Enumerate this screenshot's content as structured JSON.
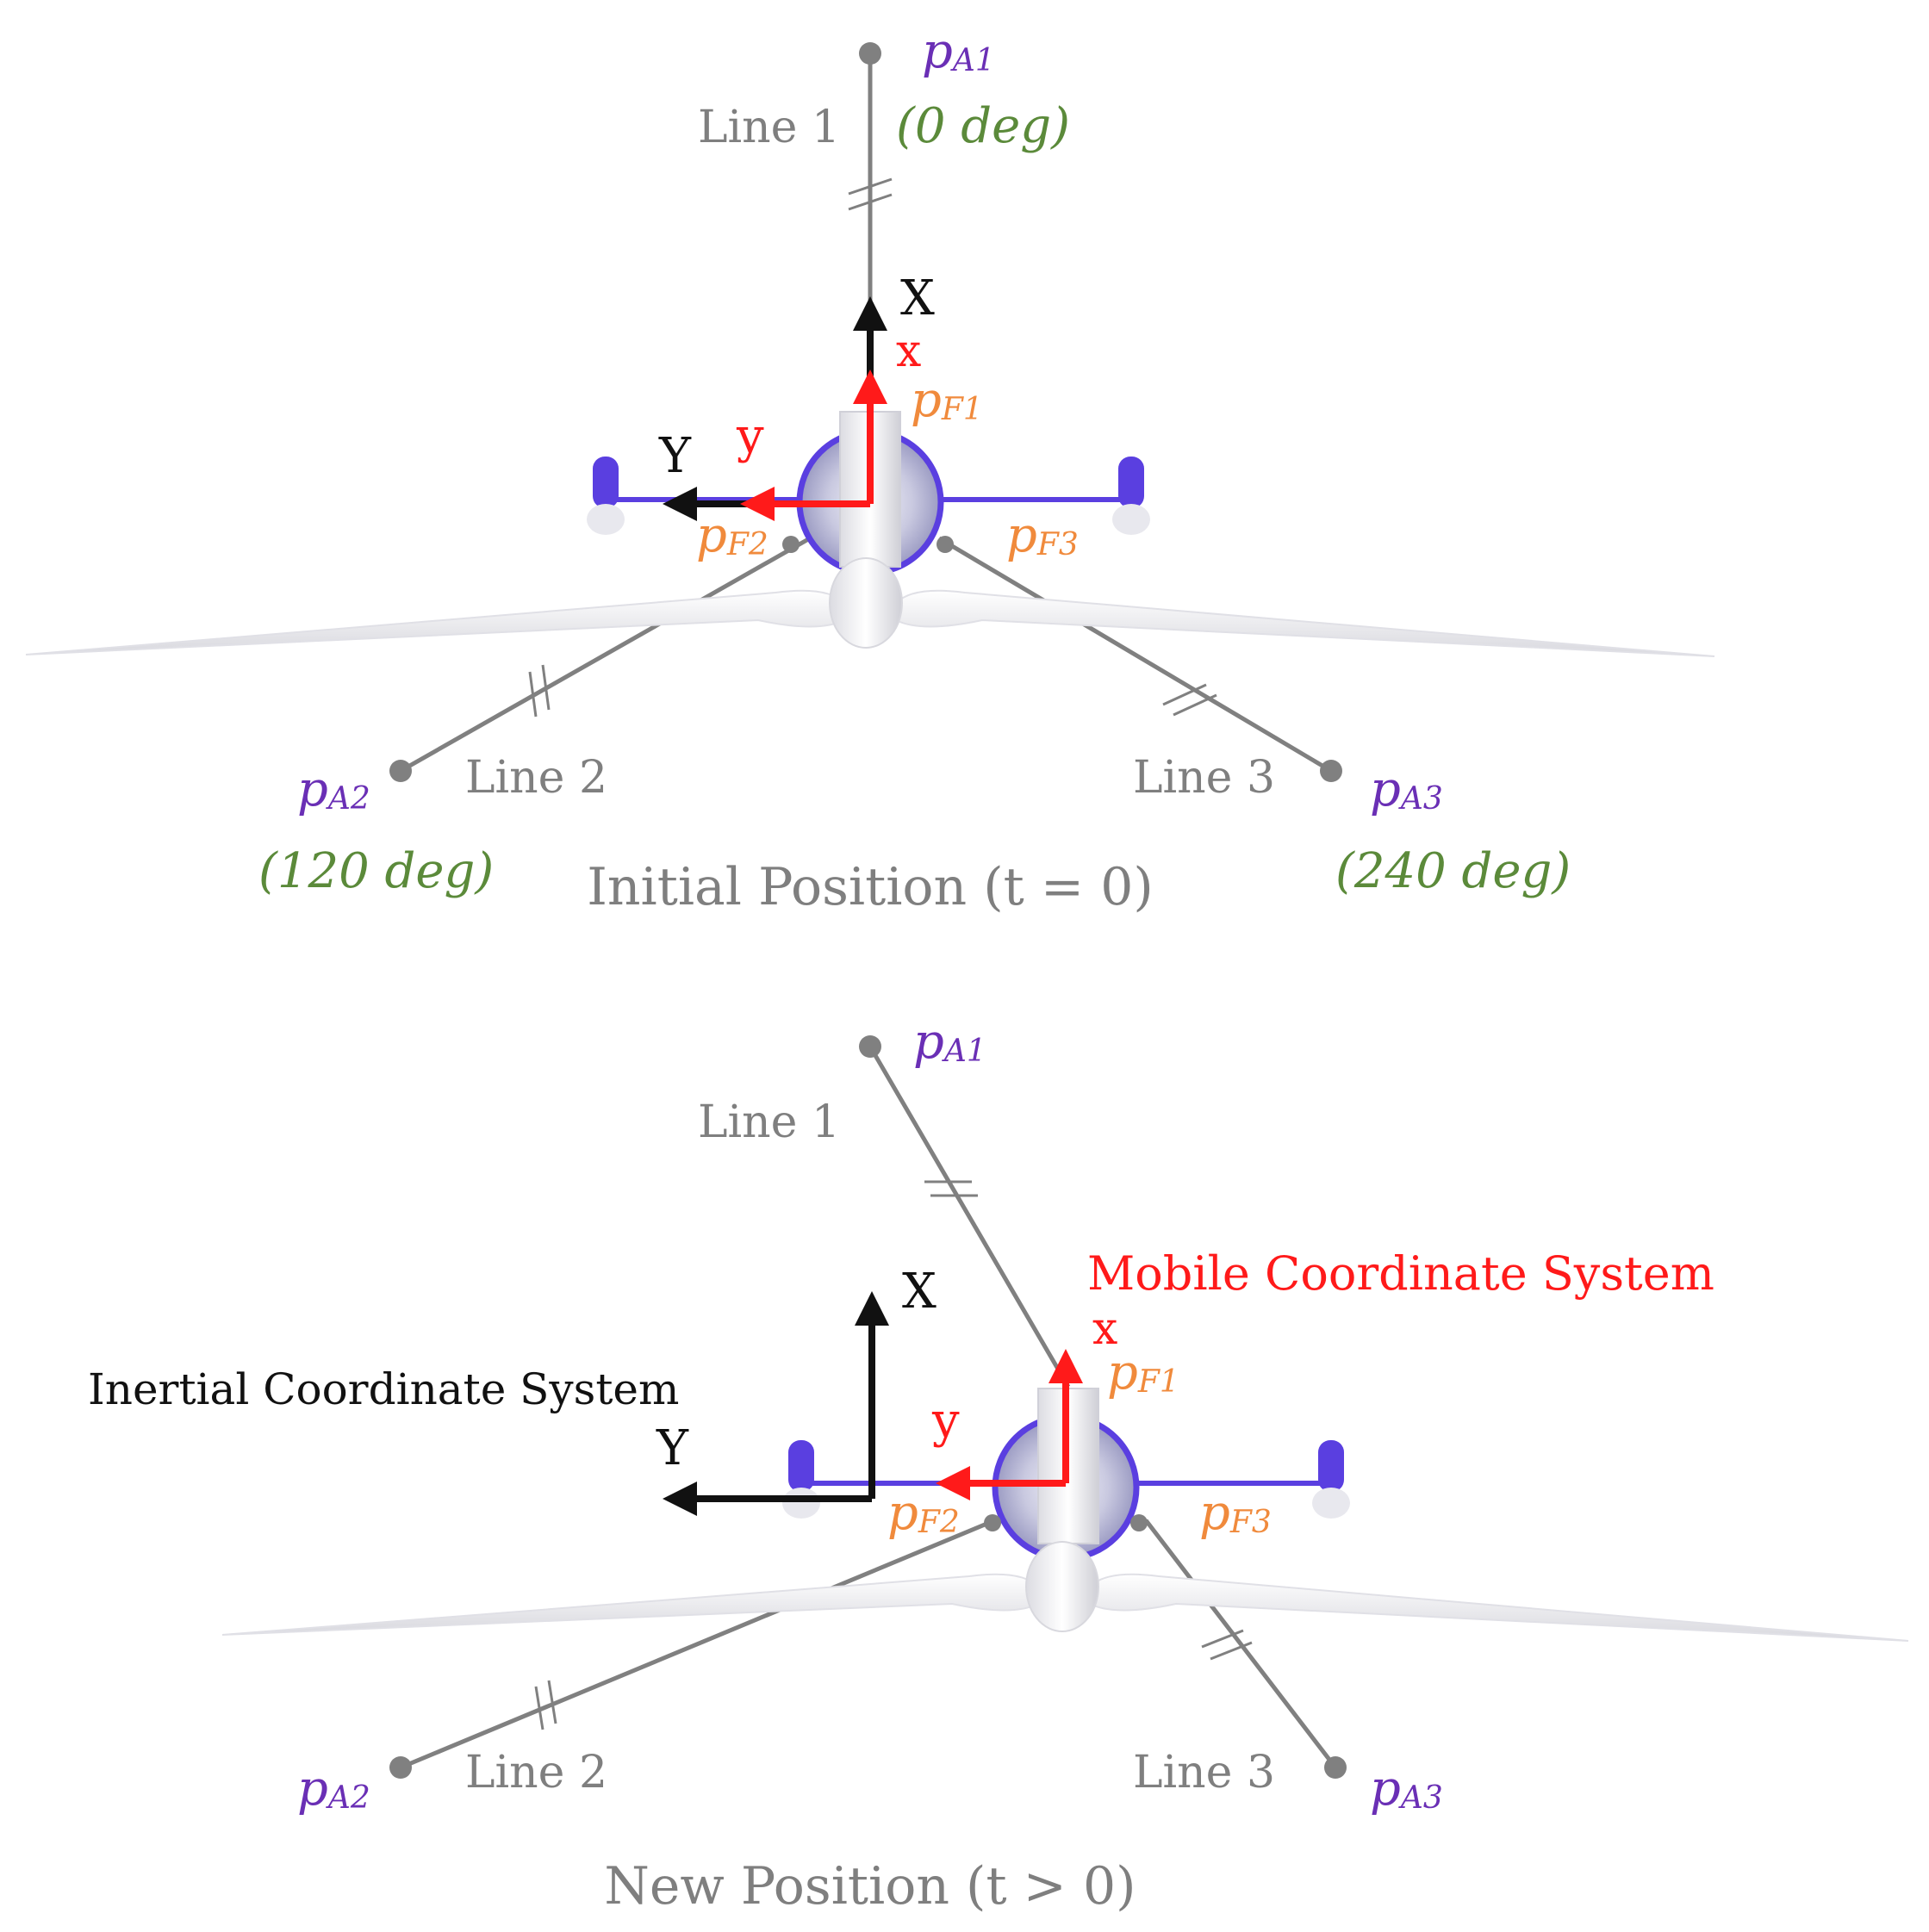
{
  "panels": [
    {
      "caption": "Initial Position (t = 0)",
      "anchors": {
        "a1": "p",
        "a1_sub": "A1",
        "a2": "p",
        "a2_sub": "A2",
        "a3": "p",
        "a3_sub": "A3"
      },
      "fairleads": {
        "f1": "p",
        "f1_sub": "F1",
        "f2": "p",
        "f2_sub": "F2",
        "f3": "p",
        "f3_sub": "F3"
      },
      "lines": {
        "line1": "Line 1",
        "line2": "Line 2",
        "line3": "Line 3"
      },
      "angles": {
        "a1": "(0 deg)",
        "a2": "(120 deg)",
        "a3": "(240 deg)"
      },
      "inertial_axes": {
        "x": "X",
        "y": "Y"
      },
      "mobile_axes": {
        "x": "x",
        "y": "y"
      }
    },
    {
      "caption": "New Position (t > 0)",
      "anchors": {
        "a1": "p",
        "a1_sub": "A1",
        "a2": "p",
        "a2_sub": "A2",
        "a3": "p",
        "a3_sub": "A3"
      },
      "fairleads": {
        "f1": "p",
        "f1_sub": "F1",
        "f2": "p",
        "f2_sub": "F2",
        "f3": "p",
        "f3_sub": "F3"
      },
      "lines": {
        "line1": "Line 1",
        "line2": "Line 2",
        "line3": "Line 3"
      },
      "inertial_axes": {
        "x": "X",
        "y": "Y"
      },
      "mobile_axes": {
        "x": "x",
        "y": "y"
      },
      "inertial_label": "Inertial Coordinate System",
      "mobile_label": "Mobile Coordinate System"
    }
  ],
  "colors": {
    "mooring_line": "#808080",
    "anchor_label": "#6a2fb5",
    "angle_label": "#5b8a3a",
    "fairlead_label": "#f08a3c",
    "mobile_axes": "#ff1a1a",
    "inertial_axes": "#111111",
    "platform_arms": "#5a3fe0",
    "turbine": "#e9e9ef"
  }
}
